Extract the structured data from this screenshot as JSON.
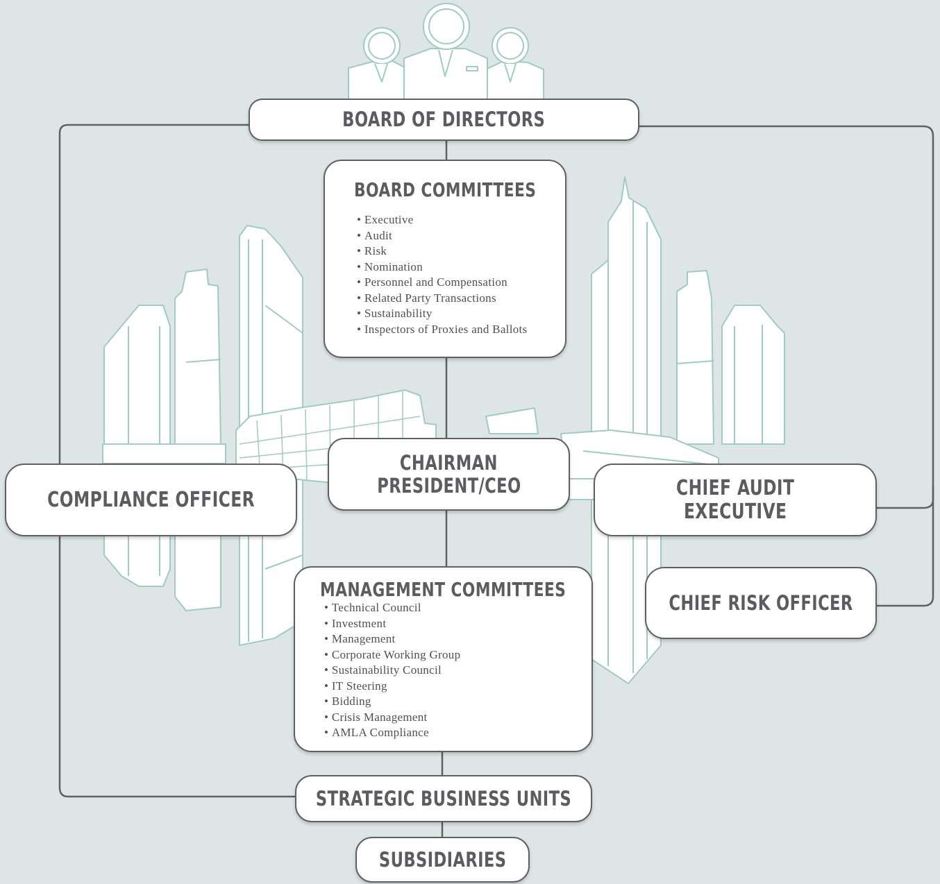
{
  "nodes": {
    "board_of_directors": "BOARD OF DIRECTORS",
    "board_committees": {
      "title": "BOARD COMMITTEES",
      "items": [
        "Executive",
        "Audit",
        "Risk",
        "Nomination",
        "Personnel and Compensation",
        "Related Party Transactions",
        "Sustainability",
        "Inspectors of Proxies and Ballots"
      ]
    },
    "chairman": {
      "line1": "CHAIRMAN",
      "line2": "PRESIDENT/CEO"
    },
    "compliance_officer": "COMPLIANCE OFFICER",
    "chief_audit_executive": {
      "line1": "CHIEF AUDIT",
      "line2": "EXECUTIVE"
    },
    "chief_risk_officer": "CHIEF RISK OFFICER",
    "management_committees": {
      "title": "MANAGEMENT COMMITTEES",
      "items": [
        "Technical Council",
        "Investment",
        "Management",
        "Corporate Working Group",
        "Sustainability Council",
        "IT Steering",
        "Bidding",
        "Crisis Management",
        "AMLA Compliance"
      ]
    },
    "strategic_business_units": "STRATEGIC BUSINESS UNITS",
    "subsidiaries": "SUBSIDIARIES"
  },
  "colors": {
    "background": "#dde5e7",
    "connector": "#5f6062",
    "illustration": "#9fcbc1",
    "box_fill": "#ffffff",
    "text": "#5b5c5f"
  }
}
